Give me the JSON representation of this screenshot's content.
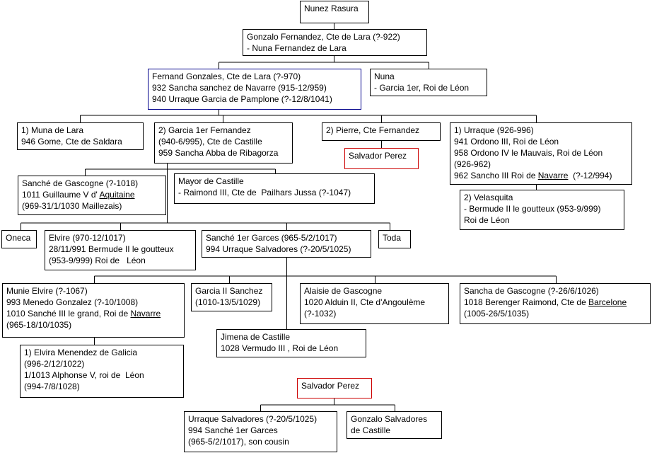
{
  "colors": {
    "line": "#000000",
    "box_border": "#000000",
    "highlight_blue": "#00008b",
    "highlight_red": "#cc0000"
  },
  "nodes": [
    {
      "id": "nunez-rasura",
      "lines": [
        "Nunez Rasura"
      ]
    },
    {
      "id": "gonzalo-fernandez",
      "lines": [
        "Gonzalo Fernandez, Cte de Lara (?-922)",
        "- Nuna Fernandez de Lara"
      ]
    },
    {
      "id": "fernand-gonzales",
      "lines": [
        "Fernand Gonzales, Cte de Lara (?-970)",
        "932 Sancha sanchez de Navarre (915-12/959)",
        "940 Urraque Garcia de Pamplone (?-12/8/1041)"
      ]
    },
    {
      "id": "nuna",
      "lines": [
        "Nuna",
        "- Garcia 1er, Roi de Léon"
      ]
    },
    {
      "id": "muna-de-lara",
      "lines": [
        "1) Muna de Lara",
        "946 Gome, Cte de Saldara"
      ]
    },
    {
      "id": "garcia-1er-fernandez",
      "lines": [
        "2) Garcia 1er Fernandez",
        "(940-6/995), Cte de Castille",
        "959 Sancha Abba de Ribagorza"
      ]
    },
    {
      "id": "pierre-cte-fernandez",
      "lines": [
        "2) Pierre, Cte Fernandez"
      ]
    },
    {
      "id": "salvador-perez-1",
      "lines": [
        "Salvador Perez"
      ]
    },
    {
      "id": "urraque",
      "lines": [
        "1) Urraque (926-996)",
        "941 Ordono III, Roi de Léon",
        "958 Ordono IV le Mauvais, Roi de Léon",
        "(926-962)",
        "962 Sancho III Roi de ",
        "Navarre",
        "  (?-12/994)"
      ]
    },
    {
      "id": "velasquita",
      "lines": [
        "2) Velasquita",
        "- Bermude II le goutteux (953-9/999)",
        "Roi de Léon"
      ]
    },
    {
      "id": "sanche-de-gascogne",
      "lines": [
        "Sanché de Gascogne (?-1018)",
        "1011 Guillaume V d' ",
        "Aquitaine",
        "(969-31/1/1030 Maillezais)"
      ]
    },
    {
      "id": "mayor-de-castille",
      "lines": [
        "Mayor de Castille",
        "- Raimond III, Cte de  Pailhars Jussa (?-1047)"
      ]
    },
    {
      "id": "oneca",
      "lines": [
        "Oneca"
      ]
    },
    {
      "id": "elvire",
      "lines": [
        "Elvire (970-12/1017)",
        "28/11/991 Bermude II le goutteux",
        "(953-9/999) Roi de   Léon"
      ]
    },
    {
      "id": "sanche-1er-garces",
      "lines": [
        "Sanché 1er Garces (965-5/2/1017)",
        "994 Urraque Salvadores (?-20/5/1025)"
      ]
    },
    {
      "id": "toda",
      "lines": [
        "Toda"
      ]
    },
    {
      "id": "munie-elvire",
      "lines": [
        "Munie Elvire (?-1067)",
        "993 Menedo Gonzalez (?-10/1008)",
        "1010 Sanché III le grand, Roi de ",
        "Navarre",
        "(965-18/10/1035)"
      ]
    },
    {
      "id": "garcia-ii-sanchez",
      "lines": [
        "Garcia II Sanchez",
        "(1010-13/5/1029)"
      ]
    },
    {
      "id": "alaisie-de-gascogne",
      "lines": [
        "Alaisie de Gascogne",
        "1020 Alduin II, Cte d'Angoulème",
        "(?-1032)"
      ]
    },
    {
      "id": "sancha-de-gascogne",
      "lines": [
        "Sancha de Gascogne (?-26/6/1026)",
        "1018 Berenger Raimond, Cte de ",
        "Barcelone",
        "(1005-26/5/1035)"
      ]
    },
    {
      "id": "jimena-de-castille",
      "lines": [
        "Jimena de Castille",
        "1028 Vermudo III , Roi de Léon"
      ]
    },
    {
      "id": "elvira-menendez",
      "lines": [
        "1) Elvira Menendez de Galicia",
        "(996-2/12/1022)",
        "1/1013 Alphonse V, roi de  Léon",
        "(994-7/8/1028)"
      ]
    },
    {
      "id": "salvador-perez-2",
      "lines": [
        "Salvador Perez"
      ]
    },
    {
      "id": "urraque-salvadores",
      "lines": [
        "Urraque Salvadores (?-20/5/1025)",
        "994 Sanché 1er Garces",
        "(965-5/2/1017), son cousin"
      ]
    },
    {
      "id": "gonzalo-salvadores",
      "lines": [
        "Gonzalo Salvadores",
        "de Castille"
      ]
    }
  ]
}
